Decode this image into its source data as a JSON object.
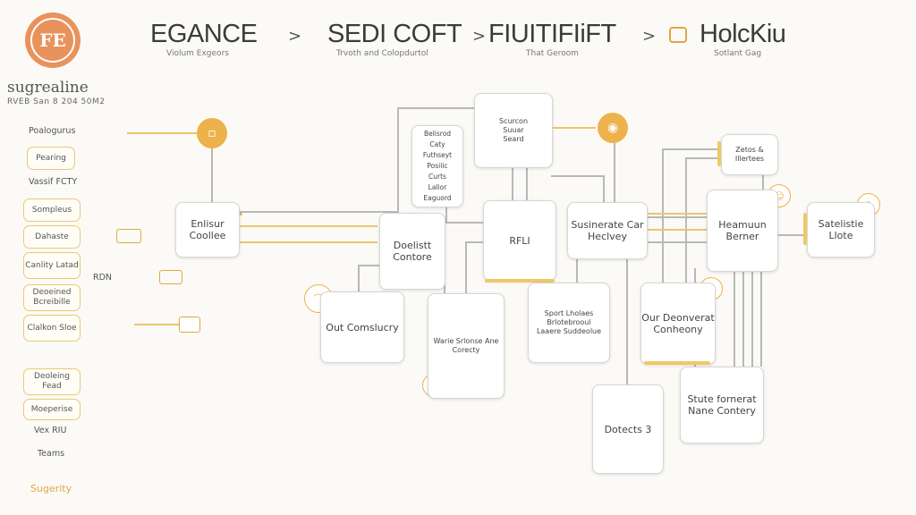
{
  "logo": {
    "text": "FE"
  },
  "brand": {
    "name": "sugrealine",
    "sub": "RVEB San 8 204 50M2"
  },
  "stages": [
    {
      "title": "EGANCE",
      "sub": "Violum Exgeors"
    },
    {
      "title": "SEDI COFT",
      "sub": "Trvoth and Colopdurtol"
    },
    {
      "title": "FIUITIFIiFT",
      "sub": "That Geroom"
    },
    {
      "title": "HolcKiu",
      "sub": "Sotlant Gag"
    }
  ],
  "arrows": [
    ">",
    ">",
    ">"
  ],
  "sidebar": {
    "top_label": "Poalogurus",
    "items": [
      {
        "label": "Pearing"
      },
      {
        "label": "Vassif FCTY"
      },
      {
        "label": "Sompleus"
      },
      {
        "label": "Dahaste"
      },
      {
        "label": "Canlity Latad"
      },
      {
        "label": "Deoeined Bcreibille"
      },
      {
        "label": "Clalkon Sloe"
      },
      {
        "label": "Deoleing Fead"
      },
      {
        "label": "Moeperise"
      },
      {
        "label": "Vex RIU"
      },
      {
        "label": "Teams"
      },
      {
        "label": "Sugerity"
      }
    ],
    "rdn_label": "RDN"
  },
  "nodes": {
    "enlisur": "Enlisur Coollee",
    "scurcon": "Scurcon\nSuuar\nSeard",
    "checklist": "Belisrod\nCaty\nFuthseyt\nPosilic\nCurts\nLalior\nEaguord",
    "doelist": "Doelistt Contore",
    "rfli": "RFLI",
    "sustenate": "Susinerate Car Heclvey",
    "heamun": "Heamuun Berner",
    "satelistie": "Satelistie Llote",
    "zetos": "Zetos &\nIllertees",
    "out": "Out Comslucry",
    "warie": "Warie Srlonse Ane Corecty",
    "sport": "Sport Lholaes\nBrlotebrooul\nLaaere Suddeolue",
    "deonverat": "Our Deonverat Conheony",
    "detects": "Dotects 3",
    "state": "Stute fornerat Nane Contery"
  }
}
